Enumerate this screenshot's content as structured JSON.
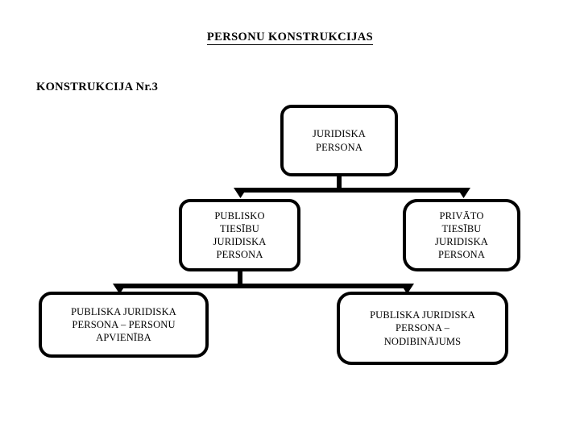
{
  "slide": {
    "title": "PERSONU KONSTRUKCIJAS",
    "subtitle": "KONSTRUKCIJA Nr.3",
    "background_color": "#ffffff",
    "line_color": "#000000",
    "text_color": "#000000"
  },
  "chart_data": {
    "type": "diagram",
    "title": "PERSONU KONSTRUKCIJAS",
    "subtitle": "KONSTRUKCIJA Nr.3",
    "nodes": [
      {
        "id": "top",
        "label": "JURIDISKA\nPERSONA",
        "level": 1
      },
      {
        "id": "public",
        "label": "PUBLISKO\nTIESĪBU\nJURIDISKA\nPERSONA",
        "level": 2
      },
      {
        "id": "private",
        "label": "PRIVĀTO\nTIESĪBU\nJURIDISKA\nPERSONA",
        "level": 2
      },
      {
        "id": "assoc",
        "label": "PUBLISKA JURIDISKA\nPERSONA – PERSONU\nAPVIENĪBA",
        "level": 3
      },
      {
        "id": "found",
        "label": "PUBLISKA JURIDISKA\nPERSONA –\nNODIBINĀJUMS",
        "level": 3
      }
    ],
    "edges": [
      {
        "from": "top",
        "to": "public",
        "style": "elbow-arrow"
      },
      {
        "from": "top",
        "to": "private",
        "style": "elbow-arrow"
      },
      {
        "from": "public",
        "to": "assoc",
        "style": "elbow-arrow"
      },
      {
        "from": "public",
        "to": "found",
        "style": "elbow-arrow"
      }
    ]
  },
  "nodes": {
    "top": {
      "label": "JURIDISKA\nPERSONA"
    },
    "public": {
      "label": "PUBLISKO\nTIESĪBU\nJURIDISKA\nPERSONA"
    },
    "private": {
      "label": "PRIVĀTO\nTIESĪBU\nJURIDISKA\nPERSONA"
    },
    "assoc": {
      "label": "PUBLISKA JURIDISKA\nPERSONA – PERSONU\nAPVIENĪBA"
    },
    "found": {
      "label": "PUBLISKA JURIDISKA\nPERSONA –\nNODIBINĀJUMS"
    }
  }
}
